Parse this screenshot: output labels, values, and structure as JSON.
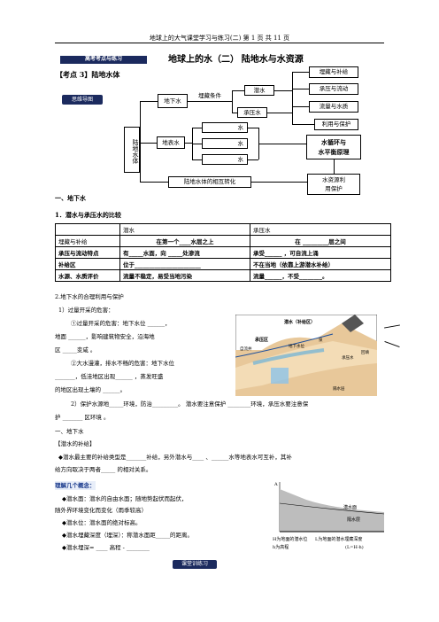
{
  "header": {
    "text": "地球上的大气课堂学习与练习(二)      第 1 页  共 11 页"
  },
  "banner": {
    "left_label": "高考考点与练习",
    "title": "地球上的水（二）   陆地水与水资源"
  },
  "topic": {
    "label": "【考点 3】陆地水体",
    "badge": "思维导图"
  },
  "diagram": {
    "side": "陆地水体",
    "groundwater": "地下水",
    "burial": "埋藏条件",
    "qianshui": "潜水",
    "chengya": "承压水",
    "surface": "地表水",
    "s1": "水",
    "s2": "水",
    "s3": "水",
    "mutual": "陆地水体的相互转化",
    "r1": "埋藏与补给",
    "r2": "承压与流动",
    "r3": "流量与水质",
    "r4": "利用与保护",
    "cycle1": "水循环与",
    "cycle2": "水平衡原理",
    "res1": "水资源利",
    "res2": "用保护"
  },
  "section1": "一、地下水",
  "sub1": "1．潜水与承压水的比较",
  "table": {
    "head": [
      "",
      "潜水",
      "承压水"
    ],
    "rows": [
      [
        "埋藏与补给",
        "在第一个____水层之上",
        "在 _________层之间"
      ],
      [
        "承压与流动特点",
        "有_____水面，向 _____处渗流",
        "承受______ ，可自流上涌"
      ],
      [
        "补给区",
        "位于_______________________",
        "不在当地（依靠上游潜水补给）"
      ],
      [
        "水源、水质评价",
        "流量不稳定，易受当地污染",
        "流量______，不受________。"
      ]
    ]
  },
  "sub2": "2.地下水的合理利用与保护",
  "p1": "1）过量开采的危害：",
  "p2": "①过量开采的危害：地下水位 ______，",
  "p3": "地面 ______，影响建筑物安全，沿海地",
  "p4": "区 _____变咸 。",
  "p5": "②大水漫灌，排水不畅的危害：地下水位",
  "p6": "_______，低洼地区出现______ ，蒸发旺盛",
  "p7": "的地区出现土壤的 ______。",
  "p8": "2）保护水源地_____环境，防治_________。   潜水要注意保护 ________环境，承压水要注意保",
  "p9": "护 _______ 区环境 。",
  "fig": {
    "l1": "潜水（补给区）",
    "l2": "承压区",
    "l3": "自流井",
    "l4": "地下水位",
    "l5": "承压水",
    "l6": "隔水层",
    "l7": "泉",
    "l8": "回填"
  },
  "s2title": "一、地下水",
  "s2sub": "【潜水的补给】",
  "q1": "◆潜水最主要的补给类型是_______补给，另外潜水与____ 、______水等地表水可互补，其补",
  "q2": "给方向取决于两者_____ 的相对关系。",
  "concept": "理解几个概念：",
  "c1": "◆潜水面：潜水的自由水面；随地势起伏而起伏，",
  "c2": "随外界环境变化而变化（雨季较高）",
  "c3": "◆潜水位：潜水面的绝对标高。",
  "c4": "◆潜水埋藏深度（埋深）：称潜水面距_____的距离。",
  "c5": "◆潜水埋深= ____ 高程 - ________",
  "fig2": {
    "l1": "潜水面",
    "l2": "隔水层",
    "l3": "H为地面的潜水位",
    "l4": "L为地面的潜水埋藏深度",
    "l5": "h为高程",
    "l6": "(L=H-h)",
    "l7": "A"
  },
  "bottom_badge": "课堂训练习"
}
